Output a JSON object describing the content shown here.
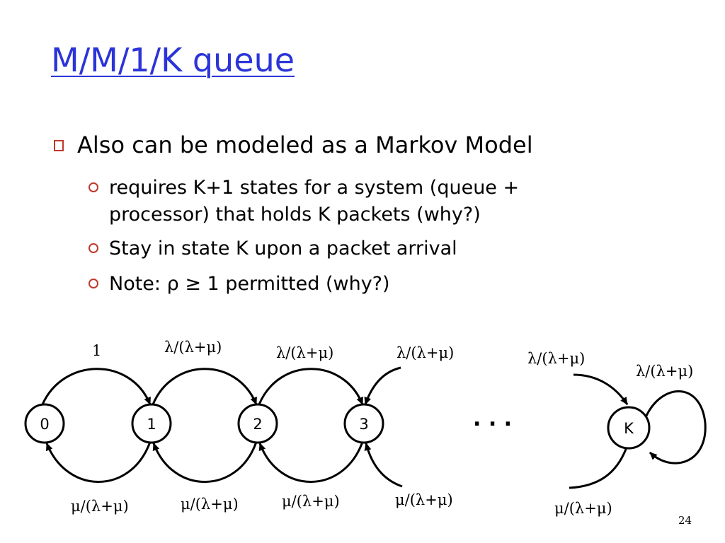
{
  "title": "M/M/1/K queue",
  "bullets": {
    "main": "Also can be modeled as a Markov Model",
    "subs": [
      "requires K+1 states for a system (queue + processor) that holds K packets (why?)",
      "Stay in state K upon a packet arrival",
      "Note: ρ ≥ 1 permitted (why?)"
    ]
  },
  "diagram": {
    "states": [
      "0",
      "1",
      "2",
      "3",
      "K"
    ],
    "ellipsis": ". . .",
    "edge_labels": {
      "arc_0_1": "1",
      "arc_1_2": "λ/(λ+μ)",
      "arc_2_3": "λ/(λ+μ)",
      "into_3_top": "λ/(λ+μ)",
      "into_k_top": "λ/(λ+μ)",
      "self_k": "λ/(λ+μ)",
      "arc_1_0": "μ/(λ+μ)",
      "arc_2_1": "μ/(λ+μ)",
      "arc_3_2": "μ/(λ+μ)",
      "into_3_bottom": "μ/(λ+μ)",
      "from_k_bottom": "μ/(λ+μ)"
    }
  },
  "page_number": "24"
}
